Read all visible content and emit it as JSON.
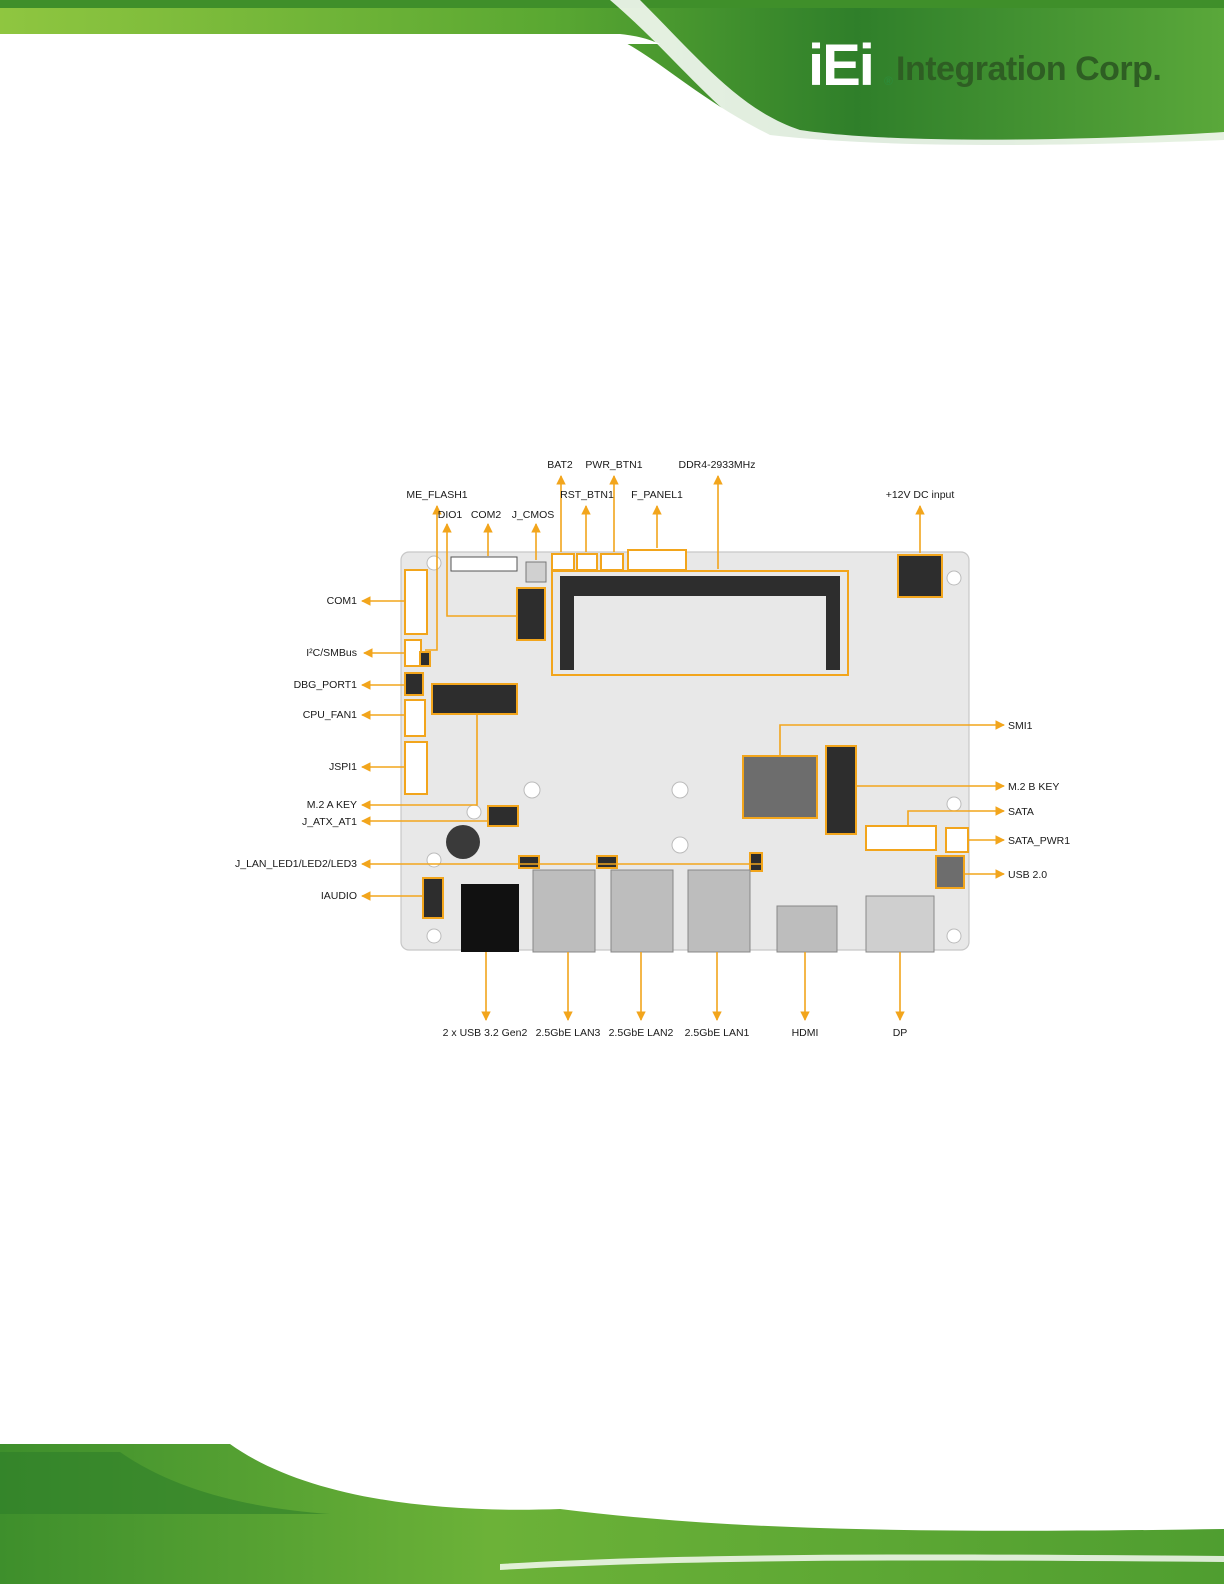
{
  "header": {
    "logo_mark": "iEi",
    "logo_registered": "®",
    "logo_text": "Integration Corp."
  },
  "colors": {
    "callout": "#f2a51c",
    "board": "#e6e6e6",
    "brand_green": "#3f9a2e"
  },
  "diagram": {
    "labels": {
      "bat2": "BAT2",
      "pwr_btn1": "PWR_BTN1",
      "ddr4": "DDR4-2933MHz",
      "me_flash1": "ME_FLASH1",
      "rst_btn1": "RST_BTN1",
      "f_panel1": "F_PANEL1",
      "dc_input": "+12V DC input",
      "dio1": "DIO1",
      "com2": "COM2",
      "j_cmos": "J_CMOS",
      "com1": "COM1",
      "i2c": "I²C/SMBus",
      "dbg_port1": "DBG_PORT1",
      "cpu_fan1": "CPU_FAN1",
      "jspi1": "JSPI1",
      "m2_a_key": "M.2 A KEY",
      "j_atx_at1": "J_ATX_AT1",
      "j_lan_led": "J_LAN_LED1/LED2/LED3",
      "iaudio": "IAUDIO",
      "smi1": "SMI1",
      "m2_b_key": "M.2 B KEY",
      "sata": "SATA",
      "sata_pwr1": "SATA_PWR1",
      "usb20": "USB 2.0",
      "usb32": "2 x USB 3.2 Gen2",
      "lan3": "2.5GbE LAN3",
      "lan2": "2.5GbE LAN2",
      "lan1": "2.5GbE LAN1",
      "hdmi": "HDMI",
      "dp": "DP"
    }
  }
}
